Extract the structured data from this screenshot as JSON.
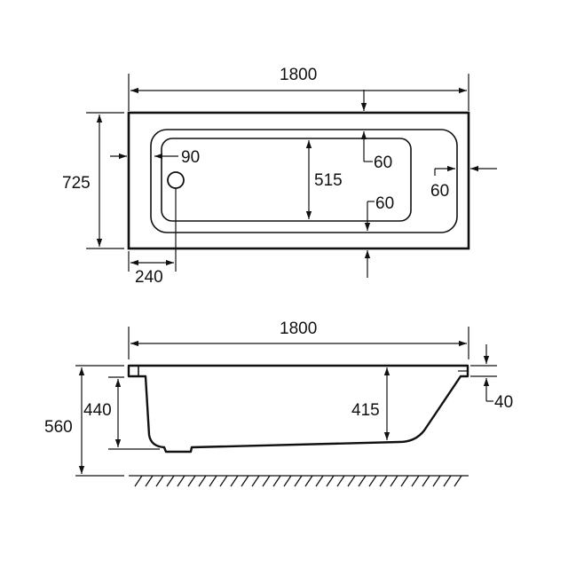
{
  "drawing": {
    "plan_view": {
      "overall_length": "1800",
      "overall_width": "725",
      "inner_basin_length": "515",
      "waste_diameter": "90",
      "waste_position": "240",
      "rim_top": "60",
      "rim_bottom": "60",
      "rim_end": "60"
    },
    "side_view": {
      "overall_length": "1800",
      "total_height": "560",
      "height_to_rim": "440",
      "internal_depth": "415",
      "rim_thickness": "40"
    }
  }
}
